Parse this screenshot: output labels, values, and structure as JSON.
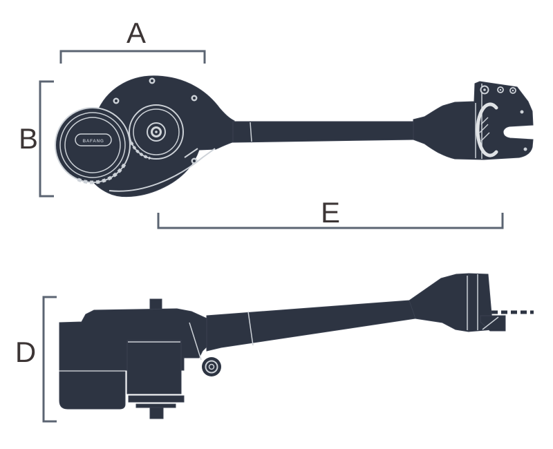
{
  "diagram": {
    "type": "technical-drawing",
    "subject": "mid-drive motor unit shown in top view and side view with dimension brackets",
    "labels": {
      "a": "A",
      "b": "B",
      "d": "D",
      "e": "E"
    },
    "logo": {
      "text": "BAFANG"
    },
    "colors": {
      "background": "#ffffff",
      "body_fill": "#2d3442",
      "detail_line": "#cdd2d8",
      "bracket_line": "#5b6472",
      "label_text": "#3c3535"
    }
  }
}
